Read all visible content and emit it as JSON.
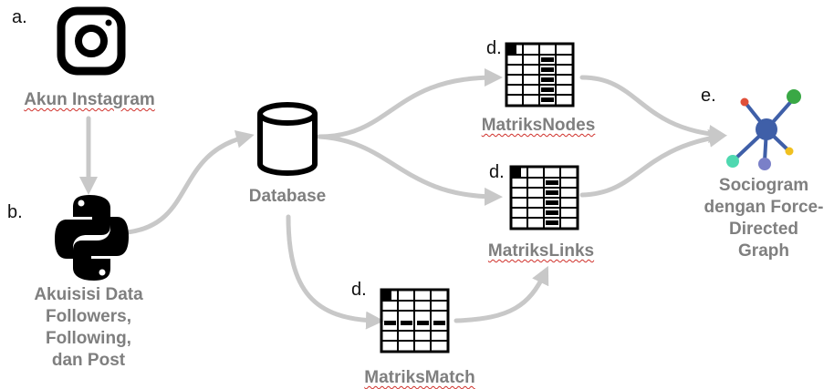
{
  "steps": {
    "a": "a.",
    "b": "b.",
    "d1": "d.",
    "d2": "d.",
    "d3": "d.",
    "e": "e."
  },
  "nodes": {
    "instagram": "Akun Instagram",
    "acquisition": "Akuisisi Data\nFollowers,\nFollowing,\ndan Post",
    "database": "Database",
    "matriks_nodes": "MatriksNodes",
    "matriks_links": "MatriksLinks",
    "matriks_match": "MatriksMatch",
    "sociogram": "Sociogram\ndengan Force-\nDirected\nGraph"
  },
  "colors": {
    "arrow": "#c8c8c8",
    "label": "#7f7f7f",
    "icon": "#000000",
    "graph_hub": "#3f5fa8",
    "graph_green": "#3aa845",
    "graph_red": "#e0503a",
    "graph_teal": "#4fd8b0",
    "graph_yellow": "#f0c020",
    "graph_purple": "#7a80c8"
  }
}
